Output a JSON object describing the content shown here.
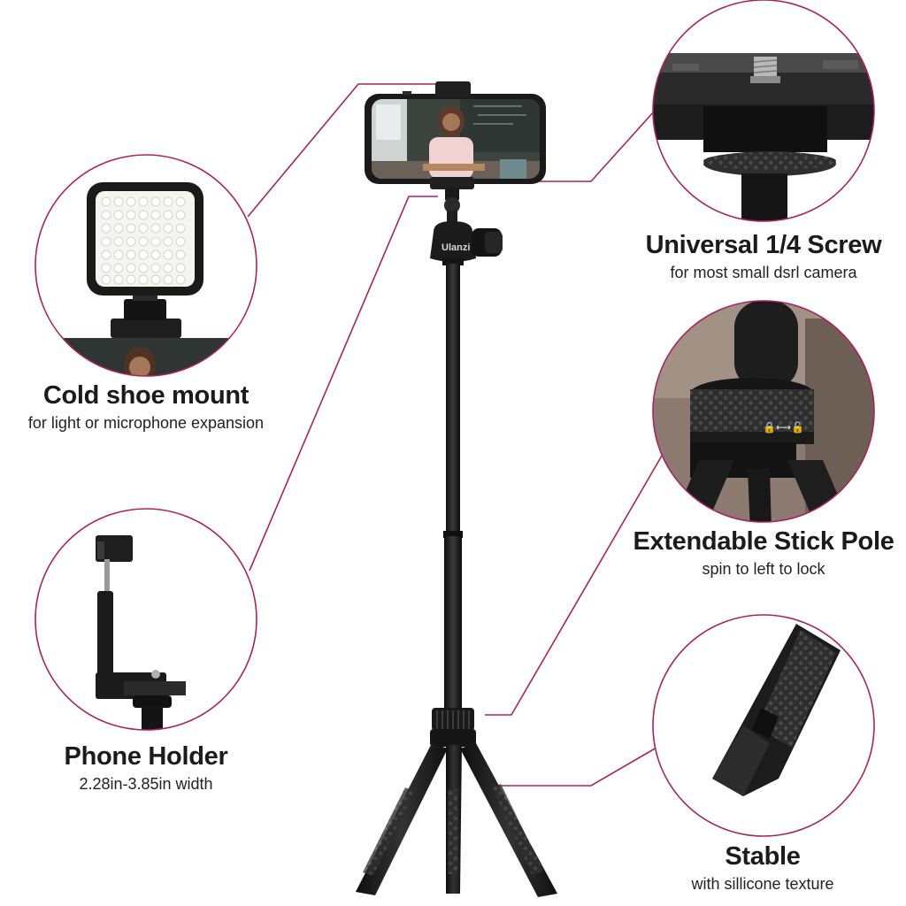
{
  "features": {
    "cold_shoe": {
      "title": "Cold shoe mount",
      "subtitle": "for light or microphone expansion"
    },
    "phone_holder": {
      "title": "Phone Holder",
      "subtitle": "2.28in-3.85in width"
    },
    "screw": {
      "title": "Universal 1/4 Screw",
      "subtitle": "for most small dsrl camera"
    },
    "pole": {
      "title": "Extendable Stick Pole",
      "subtitle": "spin to left to lock"
    },
    "stable": {
      "title": "Stable",
      "subtitle": "with sillicone texture"
    }
  },
  "product": {
    "brand": "Ulanzi"
  },
  "colors": {
    "accent": "#a8245a",
    "device": "#1c1c1c",
    "text": "#1b1b1b"
  }
}
